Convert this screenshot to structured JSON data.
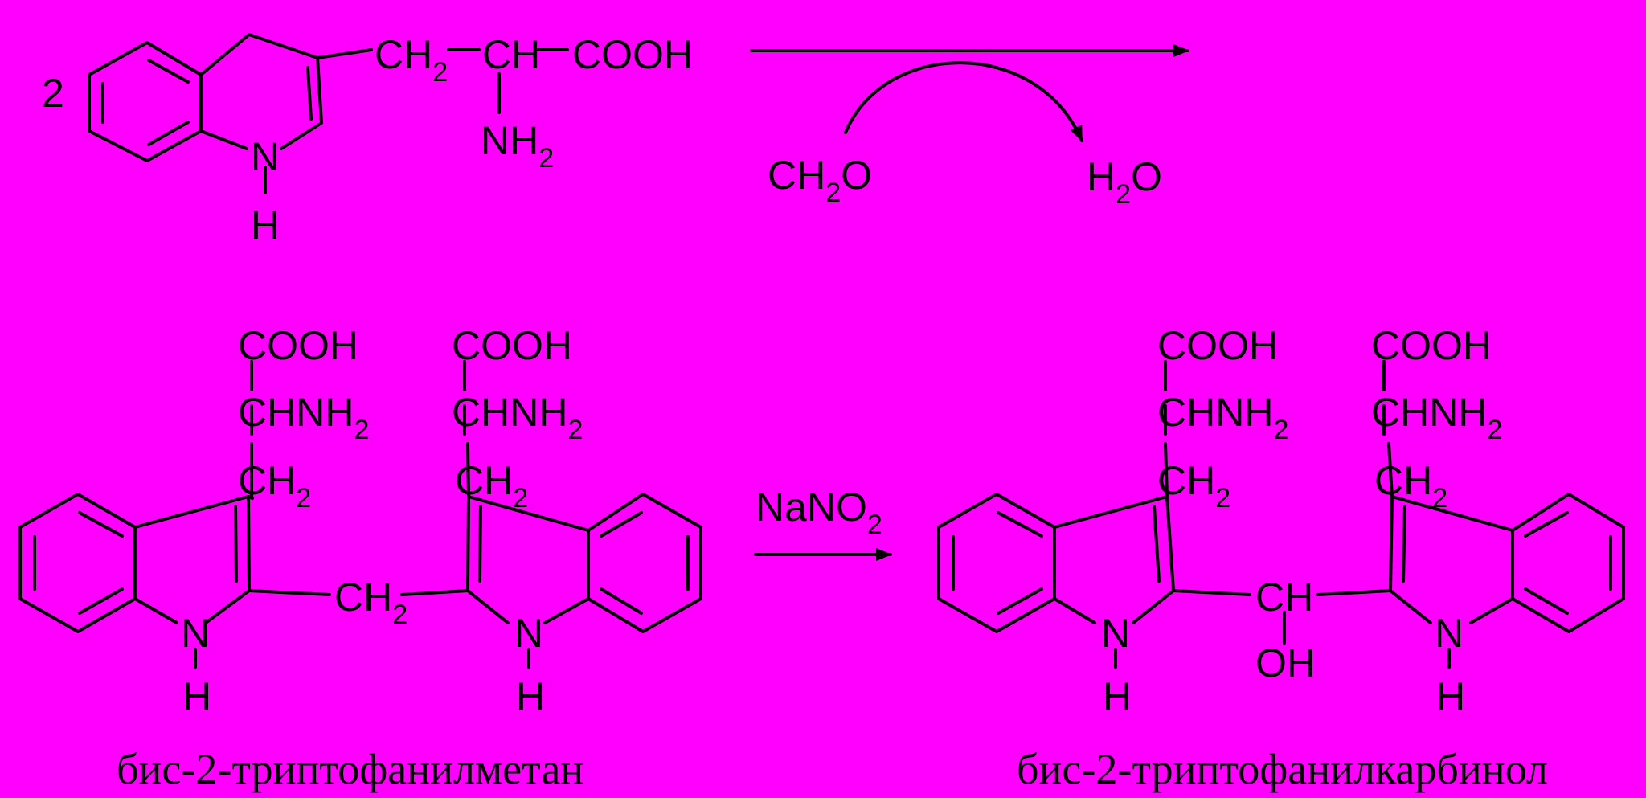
{
  "scheme": {
    "step1": {
      "coefficient": "2",
      "reactant": {
        "ring_nh_n": "N",
        "ring_nh_h": "H",
        "chain": [
          {
            "text": "CH",
            "sub": "2"
          },
          {
            "text": "CH",
            "sub": ""
          },
          {
            "text": "COOH",
            "sub": ""
          }
        ],
        "amino": {
          "text": "NH",
          "sub": "2"
        }
      },
      "reagent_in": {
        "text": "CH",
        "sub": "2",
        "tail": "O"
      },
      "product_out": {
        "text": "H",
        "sub": "2",
        "tail": "O"
      }
    },
    "step2": {
      "reagent": {
        "text": "NaNO",
        "sub": "2"
      }
    },
    "left_product": {
      "name": "бис-2-триптофанилметан",
      "bridge": {
        "text": "CH",
        "sub": "2"
      },
      "side_chain": {
        "cooh": "COOH",
        "chnh2": {
          "text": "CHNH",
          "sub": "2"
        },
        "ch2": {
          "text": "CH",
          "sub": "2"
        }
      },
      "nh": {
        "n": "N",
        "h": "H"
      }
    },
    "right_product": {
      "name": "бис-2-триптофанилкарбинол",
      "bridge": {
        "ch": "CH",
        "oh": "OH"
      },
      "side_chain": {
        "cooh": "COOH",
        "chnh2": {
          "text": "CHNH",
          "sub": "2"
        },
        "ch2": {
          "text": "CH",
          "sub": "2"
        }
      },
      "nh": {
        "n": "N",
        "h": "H"
      }
    }
  },
  "colors": {
    "background": "#FF00FF",
    "ink": "#000000"
  }
}
